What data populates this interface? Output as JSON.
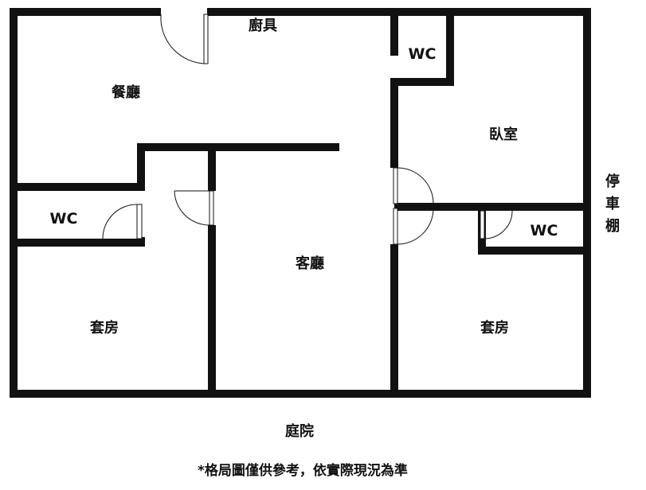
{
  "rooms": {
    "kitchen": "廚具",
    "dining": "餐廳",
    "wc_top": "WC",
    "bedroom": "臥室",
    "wc_left": "WC",
    "living": "客廳",
    "wc_right": "WC",
    "suite_left": "套房",
    "suite_right": "套房"
  },
  "outside": {
    "carport_1": "停",
    "carport_2": "車",
    "carport_3": "棚",
    "courtyard": "庭院"
  },
  "note": "*格局圖僅供參考，依實際現況為準",
  "colors": {
    "wall": "#111111",
    "background": "#ffffff"
  }
}
